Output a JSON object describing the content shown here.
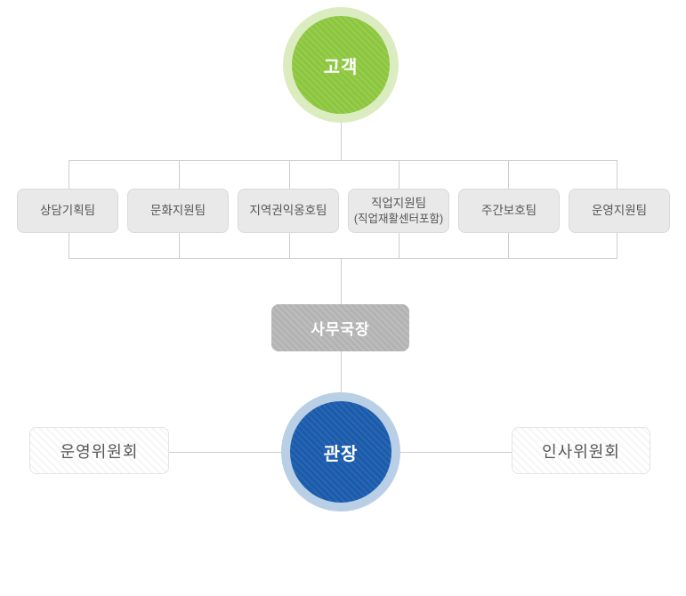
{
  "org_chart": {
    "root": {
      "label": "고객"
    },
    "teams": [
      {
        "label": "상담기획팀",
        "sublabel": ""
      },
      {
        "label": "문화지원팀",
        "sublabel": ""
      },
      {
        "label": "지역권익옹호팀",
        "sublabel": ""
      },
      {
        "label": "직업지원팀",
        "sublabel": "(직업재활센터포함)"
      },
      {
        "label": "주간보호팀",
        "sublabel": ""
      },
      {
        "label": "운영지원팀",
        "sublabel": ""
      }
    ],
    "general_manager": {
      "label": "사무국장"
    },
    "director": {
      "label": "관장"
    },
    "committees": [
      {
        "label": "운영위원회"
      },
      {
        "label": "인사위원회"
      }
    ],
    "colors": {
      "customer_circle": "#8cc63f",
      "customer_ring": "#dcecc1",
      "director_circle": "#1a5cab",
      "director_ring": "#b9cfe6",
      "team_box_bg": "#e9e9e9",
      "team_box_border": "#d9d9d9",
      "gm_box_bg": "#b3b3b3",
      "committee_border": "#e3e3e3",
      "connector_line": "#cdcdcd",
      "text_dark": "#555555",
      "text_light": "#ffffff",
      "background": "#ffffff"
    }
  }
}
